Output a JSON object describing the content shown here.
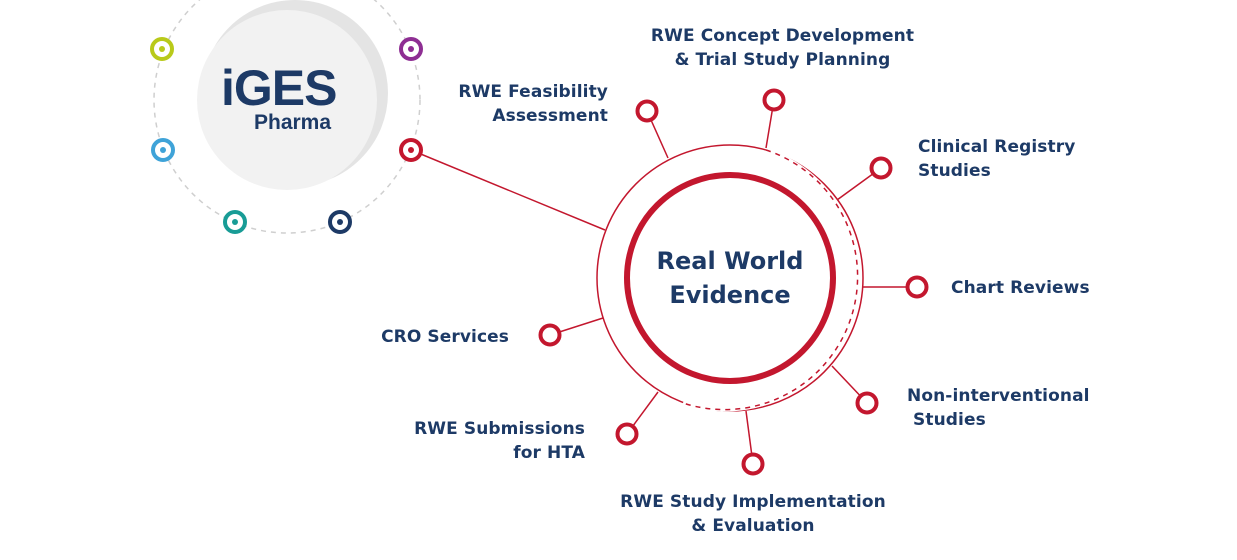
{
  "logo": {
    "main": "iGES",
    "sub": "Pharma"
  },
  "center": {
    "line1": "Real World",
    "line2": "Evidence"
  },
  "colors": {
    "accent_red": "#c3172e",
    "navy": "#1d3a66",
    "lime": "#b9ca1a",
    "purple": "#8e2e93",
    "light_blue": "#3fa3d8",
    "teal": "#189c96",
    "gray_ring": "#cfcfcf"
  },
  "services": [
    {
      "id": "feasibility",
      "lines": [
        "RWE Feasibility",
        "Assessment"
      ]
    },
    {
      "id": "concept",
      "lines": [
        "RWE Concept Development",
        "& Trial Study Planning"
      ]
    },
    {
      "id": "registry",
      "lines": [
        "Clinical Registry",
        "Studies"
      ]
    },
    {
      "id": "chart",
      "lines": [
        "Chart Reviews"
      ]
    },
    {
      "id": "noninterventional",
      "lines": [
        "Non-interventional",
        " Studies"
      ]
    },
    {
      "id": "implementation",
      "lines": [
        "RWE Study Implementation",
        "& Evaluation"
      ]
    },
    {
      "id": "submissions",
      "lines": [
        "RWE Submissions",
        "for HTA"
      ]
    },
    {
      "id": "cro",
      "lines": [
        "CRO Services"
      ]
    }
  ]
}
